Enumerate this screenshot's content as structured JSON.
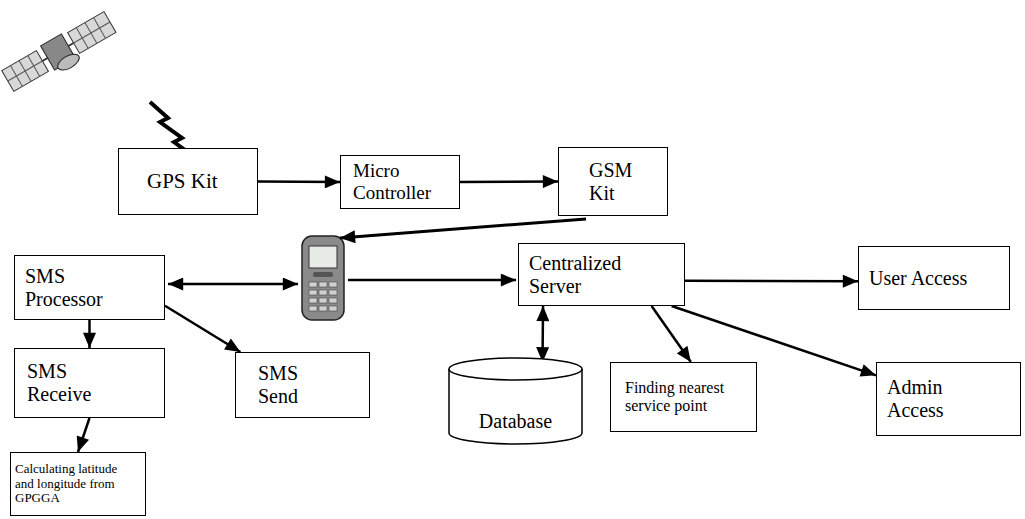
{
  "diagram": {
    "nodes": [
      {
        "text": [
          "GPS Kit"
        ]
      },
      {
        "text": [
          "Micro Controller"
        ]
      },
      {
        "text": [
          "GSM Kit"
        ]
      },
      {
        "text": [
          "SMS Processor"
        ]
      },
      {
        "text": [
          "SMS Receive"
        ]
      },
      {
        "text": [
          "SMS Send"
        ]
      },
      {
        "text": [
          "Calculating latitude and longitude from GPGGA"
        ]
      },
      {
        "text": [
          "Centralized Server"
        ]
      },
      {
        "text": [
          "Database"
        ]
      },
      {
        "text": [
          "Finding nearest service point"
        ]
      },
      {
        "text": [
          "User Access"
        ]
      },
      {
        "text": [
          "Admin Access"
        ]
      }
    ],
    "edges": [
      {
        "from": 0,
        "to": 1,
        "arrow": "to"
      },
      {
        "from": 1,
        "to": 2,
        "arrow": "to"
      },
      {
        "from": 3,
        "to": 4,
        "arrow": "to"
      },
      {
        "from": 3,
        "to": 5,
        "arrow": "to"
      },
      {
        "from": 4,
        "to": 6,
        "arrow": "to"
      },
      {
        "from": 7,
        "to": 8,
        "arrow": "both"
      },
      {
        "from": 7,
        "to": 9,
        "arrow": "to"
      },
      {
        "from": 7,
        "to": 10,
        "arrow": "to"
      },
      {
        "from": 7,
        "to": 11,
        "arrow": "to"
      }
    ]
  }
}
